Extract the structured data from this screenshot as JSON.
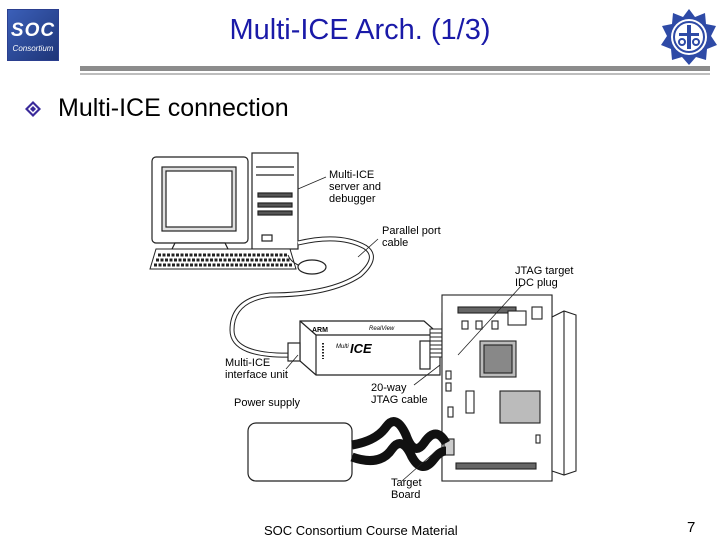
{
  "header": {
    "title": "Multi-ICE Arch. (1/3)",
    "logo_left_big": "SOC",
    "logo_left_small": "Consortium"
  },
  "bullet": {
    "text": "Multi-ICE connection",
    "icon": "diamond-bullet-icon"
  },
  "diagram": {
    "labels": {
      "server": "Multi-ICE\nserver and\ndebugger",
      "parallel": "Parallel port\ncable",
      "jtag_plug": "JTAG target\nIDC plug",
      "interface": "Multi-ICE\ninterface unit",
      "jtag_cable": "20-way\nJTAG cable",
      "power": "Power supply",
      "target": "Target\nBoard"
    },
    "device_text": {
      "arm": "ARM",
      "realview": "RealView",
      "multi": "Multi",
      "ice": "ICE"
    }
  },
  "footer": {
    "text": "SOC Consortium Course Material",
    "page": "7"
  },
  "colors": {
    "title": "#1a1aa8",
    "bullet": "#3a2a9a"
  }
}
